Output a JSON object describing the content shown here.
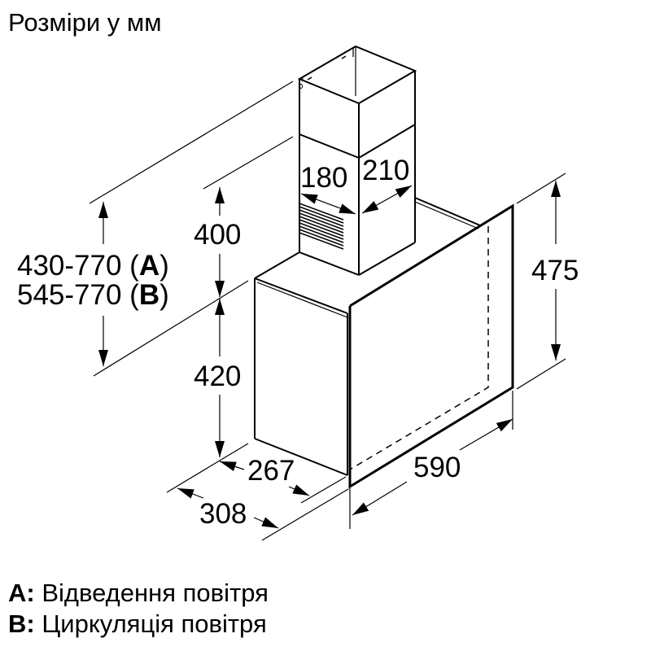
{
  "title": "Розміри у мм",
  "dimensions": {
    "chimney_width": "180",
    "chimney_depth": "210",
    "chimney_height": "400",
    "body_height": "420",
    "glass_height": "475",
    "body_depth": "267",
    "total_depth": "308",
    "width": "590",
    "range_a_value": "430-770 (",
    "range_a_key": "A",
    "range_a_close": ")",
    "range_b_value": "545-770 (",
    "range_b_key": "B",
    "range_b_close": ")"
  },
  "legend": [
    {
      "key": "A:",
      "label": "Відведення повітря"
    },
    {
      "key": "B:",
      "label": "Циркуляція повітря"
    }
  ],
  "colors": {
    "line": "#000000",
    "background": "#ffffff"
  }
}
